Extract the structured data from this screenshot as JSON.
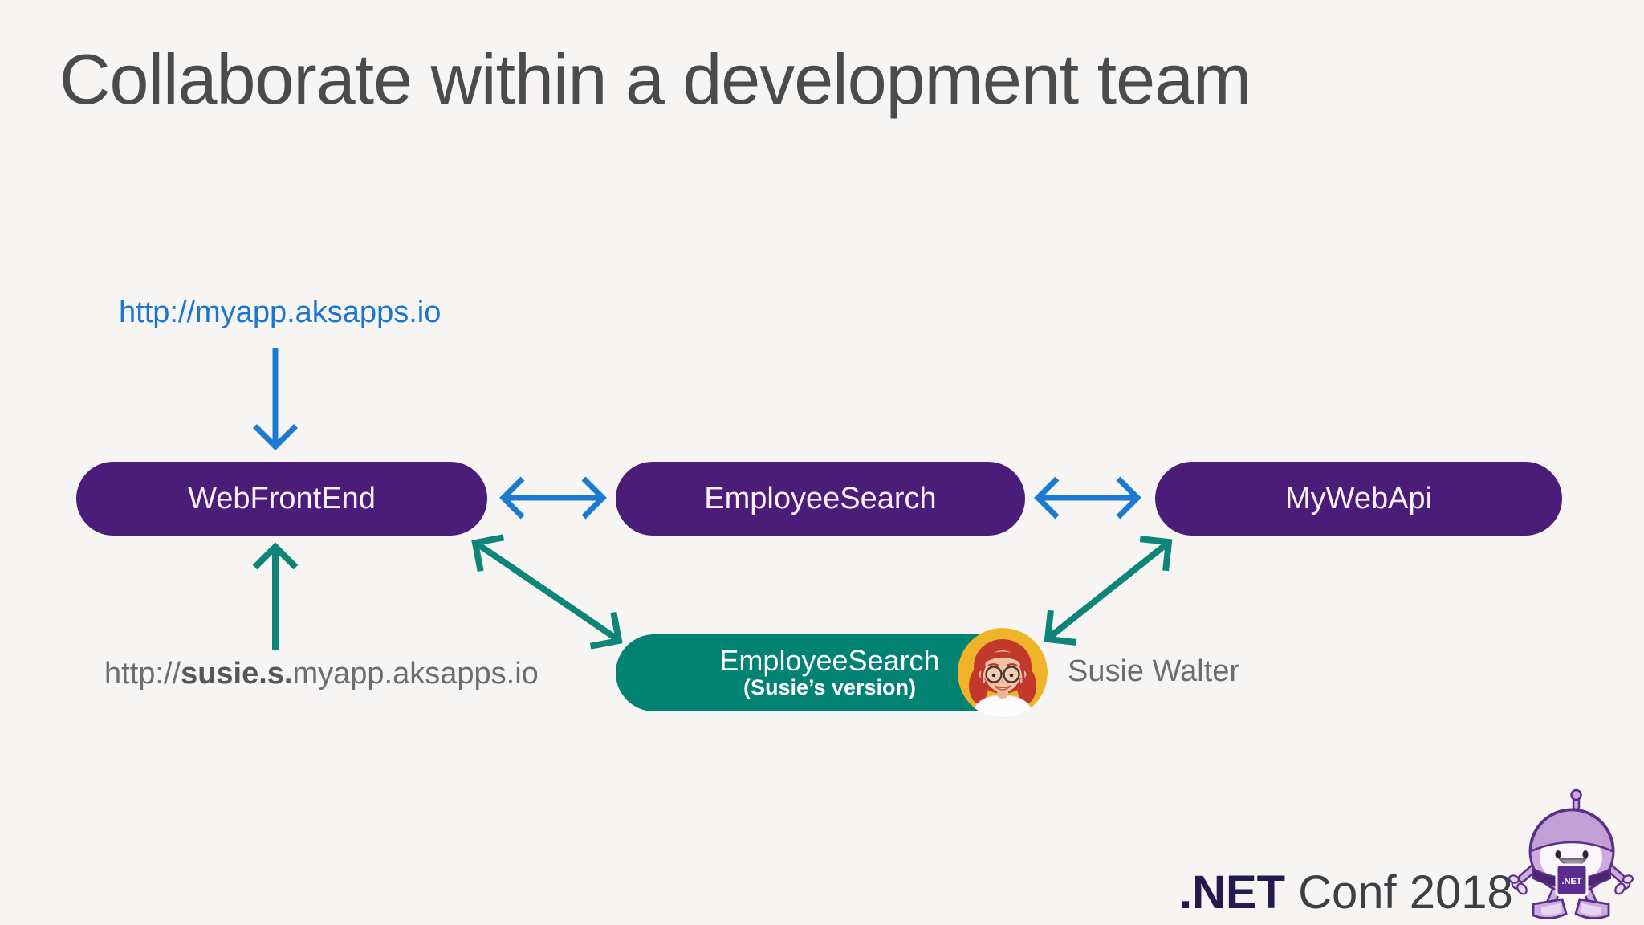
{
  "colors": {
    "bg": "#F6F5F4",
    "node-purple": "#4B1C78",
    "node-teal": "#028273",
    "arrow-blue": "#1B7AD2",
    "arrow-teal": "#0E8578",
    "url-blue": "#1B75D0",
    "text-gray": "#6D6D6D",
    "title-gray": "#4B4B4D",
    "brand-purple": "#241A4E",
    "footer-gray": "#3E3E44",
    "avatar-yellow": "#F0B429"
  },
  "slide": {
    "title": "Collaborate within a development team",
    "footer": {
      "brand": ".NET",
      "event": "Conf 2018"
    },
    "mascot_badge": ".NET"
  },
  "diagram": {
    "top_url": "http://myapp.aksapps.io",
    "bottom_url": {
      "prefix": "http://",
      "bold": "susie.s.",
      "rest": "myapp.aksapps.io"
    },
    "nodes": [
      {
        "id": "web-front-end",
        "label": "WebFrontEnd"
      },
      {
        "id": "employee-search",
        "label": "EmployeeSearch"
      },
      {
        "id": "my-web-api",
        "label": "MyWebApi"
      }
    ],
    "susie_node": {
      "label": "EmployeeSearch",
      "sublabel": "(Susie’s version)"
    },
    "person": {
      "name": "Susie Walter"
    },
    "connections": [
      {
        "from": "http://myapp.aksapps.io",
        "to": "WebFrontEnd",
        "style": "blue-one-way"
      },
      {
        "from": "WebFrontEnd",
        "to": "EmployeeSearch",
        "style": "blue-two-way"
      },
      {
        "from": "EmployeeSearch",
        "to": "MyWebApi",
        "style": "blue-two-way"
      },
      {
        "from": "http://susie.s.myapp.aksapps.io",
        "to": "WebFrontEnd",
        "style": "teal-one-way"
      },
      {
        "from": "EmployeeSearch (Susie’s version)",
        "to": "WebFrontEnd",
        "style": "teal-two-way"
      },
      {
        "from": "EmployeeSearch (Susie’s version)",
        "to": "MyWebApi",
        "style": "teal-two-way"
      }
    ]
  }
}
